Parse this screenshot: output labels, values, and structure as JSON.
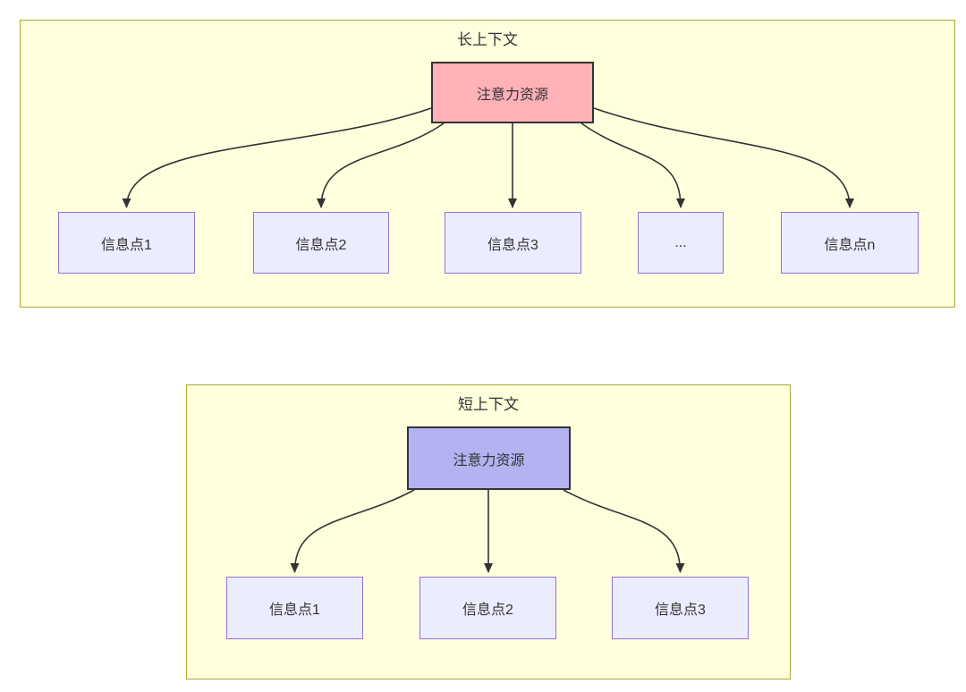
{
  "diagram": {
    "panels": [
      {
        "title": "长上下文",
        "source": "注意力资源",
        "targets": [
          "信息点1",
          "信息点2",
          "信息点3",
          "...",
          "信息点n"
        ]
      },
      {
        "title": "短上下文",
        "source": "注意力资源",
        "targets": [
          "信息点1",
          "信息点2",
          "信息点3"
        ]
      }
    ],
    "colors": {
      "panel_bg": "#ffffde",
      "panel_border": "#aaaa33",
      "long_source_fill": "#ffb1b8",
      "short_source_fill": "#b3b3f1",
      "source_border": "#333333",
      "target_fill": "#ececff",
      "target_border": "#9370db",
      "edge": "#333333",
      "text": "#333333"
    }
  }
}
